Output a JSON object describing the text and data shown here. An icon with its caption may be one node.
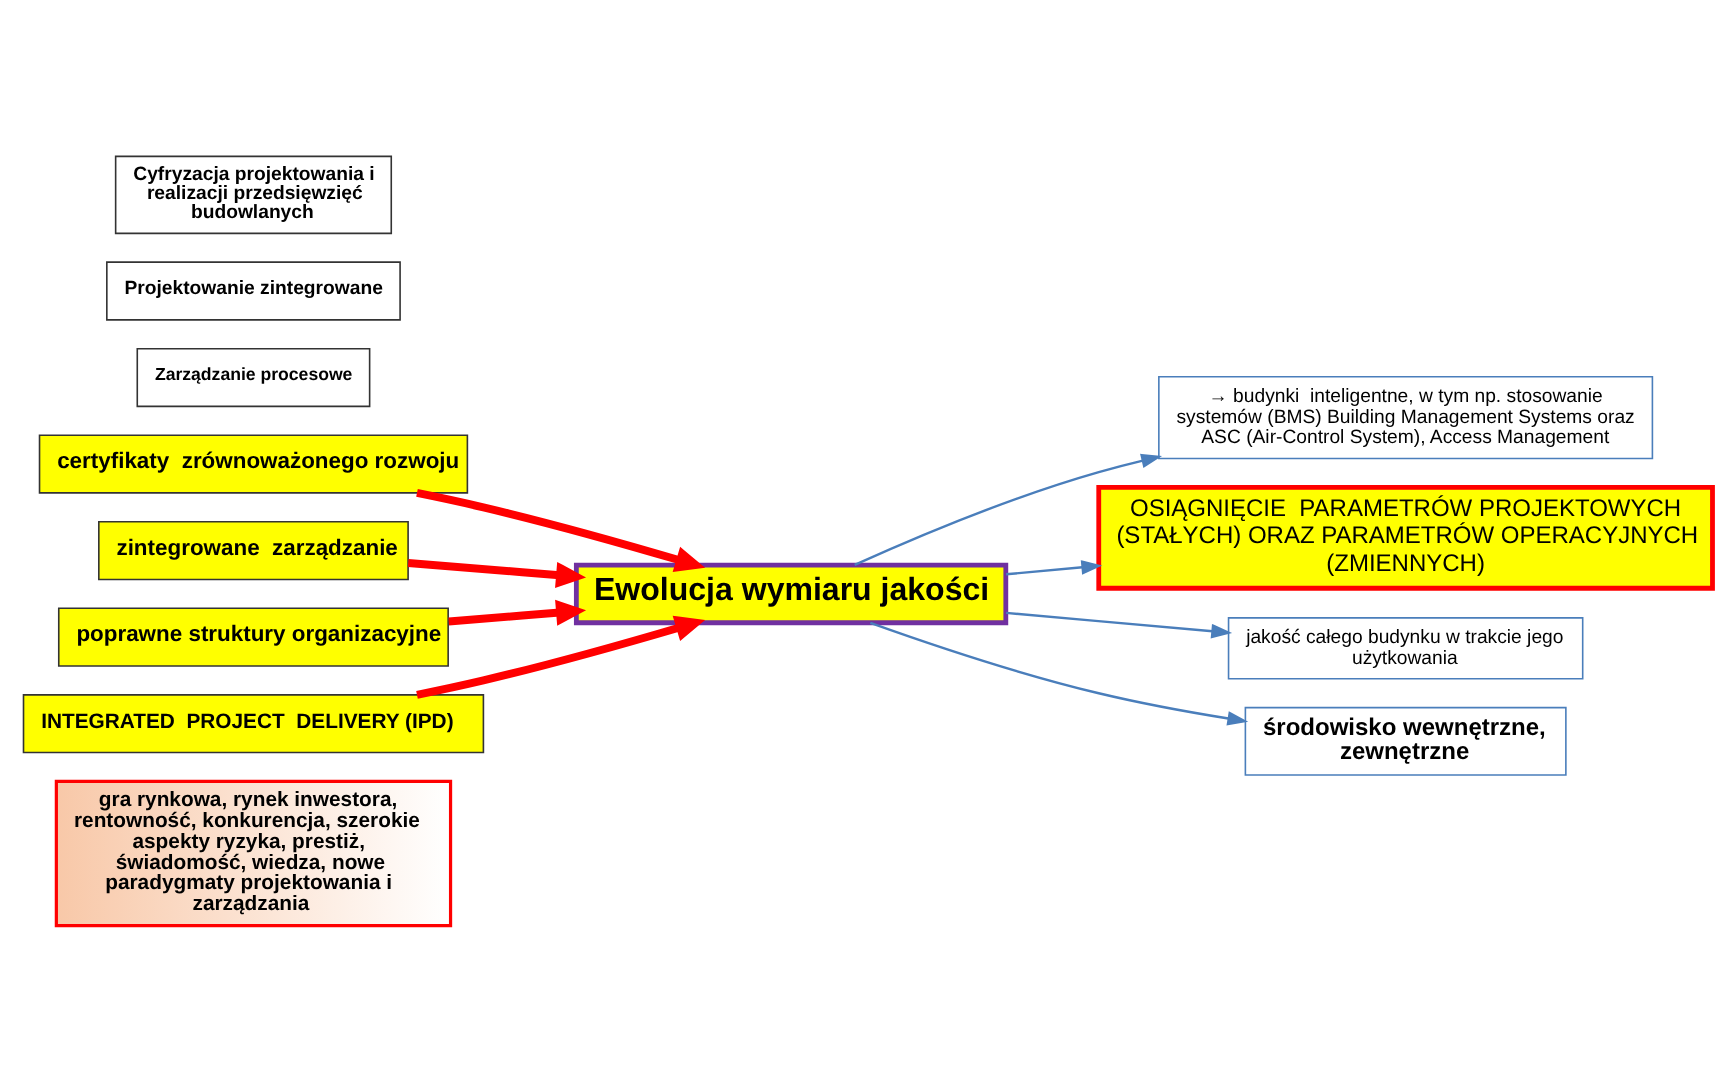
{
  "diagram": {
    "nodes": [
      {
        "text": [
          "gra rynkowa, rynek inwestora, rentowność, konkurencja, szerokie aspekty ryzyka, prestiż, świadomość, wiedza, nowe paradygmaty projektowania i zarządzania"
        ]
      },
      {
        "text": [
          "→ budynki  inteligentne, w tym np. stosowanie systemów (BMS) Building Management Systems oraz ASC (Air-Control System), Access Management"
        ]
      },
      {
        "text": [
          "Zarządzanie procesowe"
        ]
      },
      {
        "text": [
          "Projektowanie zintegrowane"
        ]
      },
      {
        "text": [
          "OSIĄGNIĘCIE  PARAMETRÓW PROJEKTOWYCH (STAŁYCH) ORAZ PARAMETRÓW OPERACYJNYCH (ZMIENNYCH)"
        ]
      },
      {
        "text": [
          "Ewolucja wymiaru jakości"
        ]
      },
      {
        "text": [
          "jakość całego budynku w trakcie jego użytkowania"
        ]
      },
      {
        "text": [
          "środowisko wewnętrzne, zewnętrzne"
        ]
      },
      {
        "text": [
          "Cyfryzacja projektowania i realizacji przedsięwzięć budowlanych"
        ]
      },
      {
        "text": [
          "certyfikaty  zrównoważonego rozwoju"
        ]
      },
      {
        "text": [
          "zintegrowane  zarządzanie"
        ]
      },
      {
        "text": [
          "poprawne struktury organizacyjne"
        ]
      },
      {
        "text": [
          "INTEGRATED  PROJECT  DELIVERY (IPD)"
        ]
      }
    ],
    "edges": [
      {
        "from": 5,
        "to": 1,
        "arrow": "to",
        "color": "#4a7ebb"
      },
      {
        "from": 5,
        "to": 4,
        "arrow": "to",
        "color": "#4a7ebb"
      },
      {
        "from": 5,
        "to": 6,
        "arrow": "to",
        "color": "#4a7ebb"
      },
      {
        "from": 5,
        "to": 7,
        "arrow": "to",
        "color": "#4a7ebb"
      },
      {
        "from": 9,
        "to": 5,
        "arrow": "to",
        "style": "thick",
        "color": "#ff0000"
      },
      {
        "from": 10,
        "to": 5,
        "arrow": "to",
        "style": "thick",
        "color": "#ff0000"
      },
      {
        "from": 11,
        "to": 5,
        "arrow": "to",
        "style": "thick",
        "color": "#ff0000"
      },
      {
        "from": 12,
        "to": 5,
        "arrow": "to",
        "style": "thick",
        "color": "#ff0000"
      }
    ]
  }
}
